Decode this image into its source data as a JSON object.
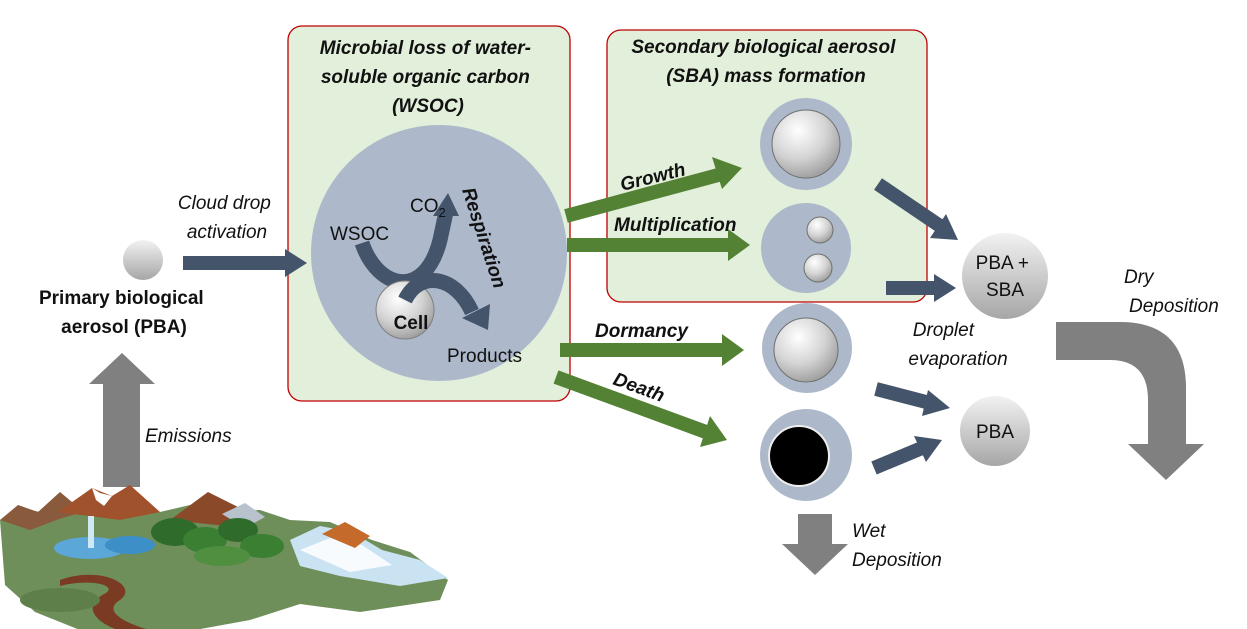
{
  "boxes": {
    "wsoc_title": [
      "Microbial loss of water-",
      "soluble organic carbon",
      "(WSOC)"
    ],
    "sba_title": [
      "Secondary biological aerosol",
      "(SBA) mass formation"
    ]
  },
  "labels": {
    "primary": [
      "Primary biological",
      "aerosol (PBA)"
    ],
    "cloud_drop": [
      "Cloud drop",
      "activation"
    ],
    "emissions": "Emissions",
    "wsoc": "WSOC",
    "co2_base": "CO",
    "co2_sub": "2",
    "respiration": "Respiration",
    "cell": "Cell",
    "products": "Products",
    "growth": "Growth",
    "multiplication": "Multiplication",
    "dormancy": "Dormancy",
    "death": "Death",
    "pba_sba": [
      "PBA +",
      "SBA"
    ],
    "pba": "PBA",
    "droplet_evap": [
      "Droplet",
      "evaporation"
    ],
    "dry_deposition": [
      "Dry",
      "Deposition"
    ],
    "wet_deposition": [
      "Wet",
      "Deposition"
    ]
  },
  "colors": {
    "box_fill": "#e2efda",
    "box_border": "#c00000",
    "droplet": "#adb9ca",
    "blue_arrow": "#44546a",
    "green_arrow": "#548235",
    "gray_arrow": "#808080"
  }
}
